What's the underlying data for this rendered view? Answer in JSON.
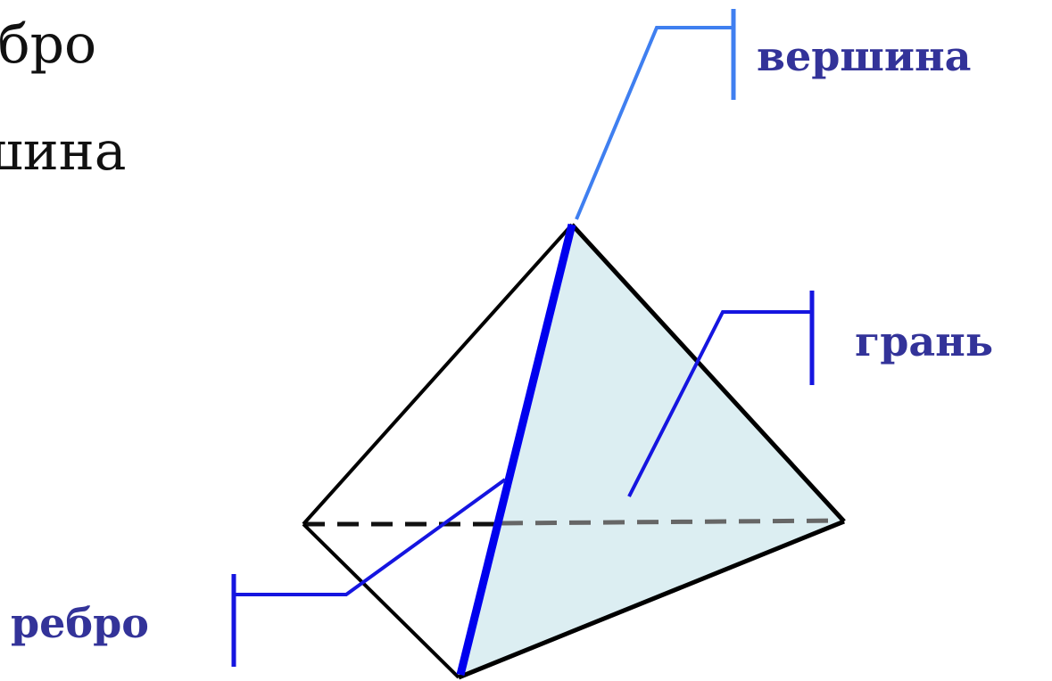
{
  "left_text": {
    "line1": "ебро",
    "line2": "шина"
  },
  "labels": {
    "vertex": "вершина",
    "face": "грань",
    "edge": "ребро"
  },
  "colors": {
    "label_text": "#333399",
    "vertex_leader": "#3F7FF0",
    "face_leader": "#1515E0",
    "edge_leader": "#1515E0",
    "highlighted_edge": "#0000EE",
    "face_fill": "#DCEEF2",
    "outline": "#000000",
    "hidden_edge_back": "#111111",
    "hidden_edge_front": "#666666"
  }
}
